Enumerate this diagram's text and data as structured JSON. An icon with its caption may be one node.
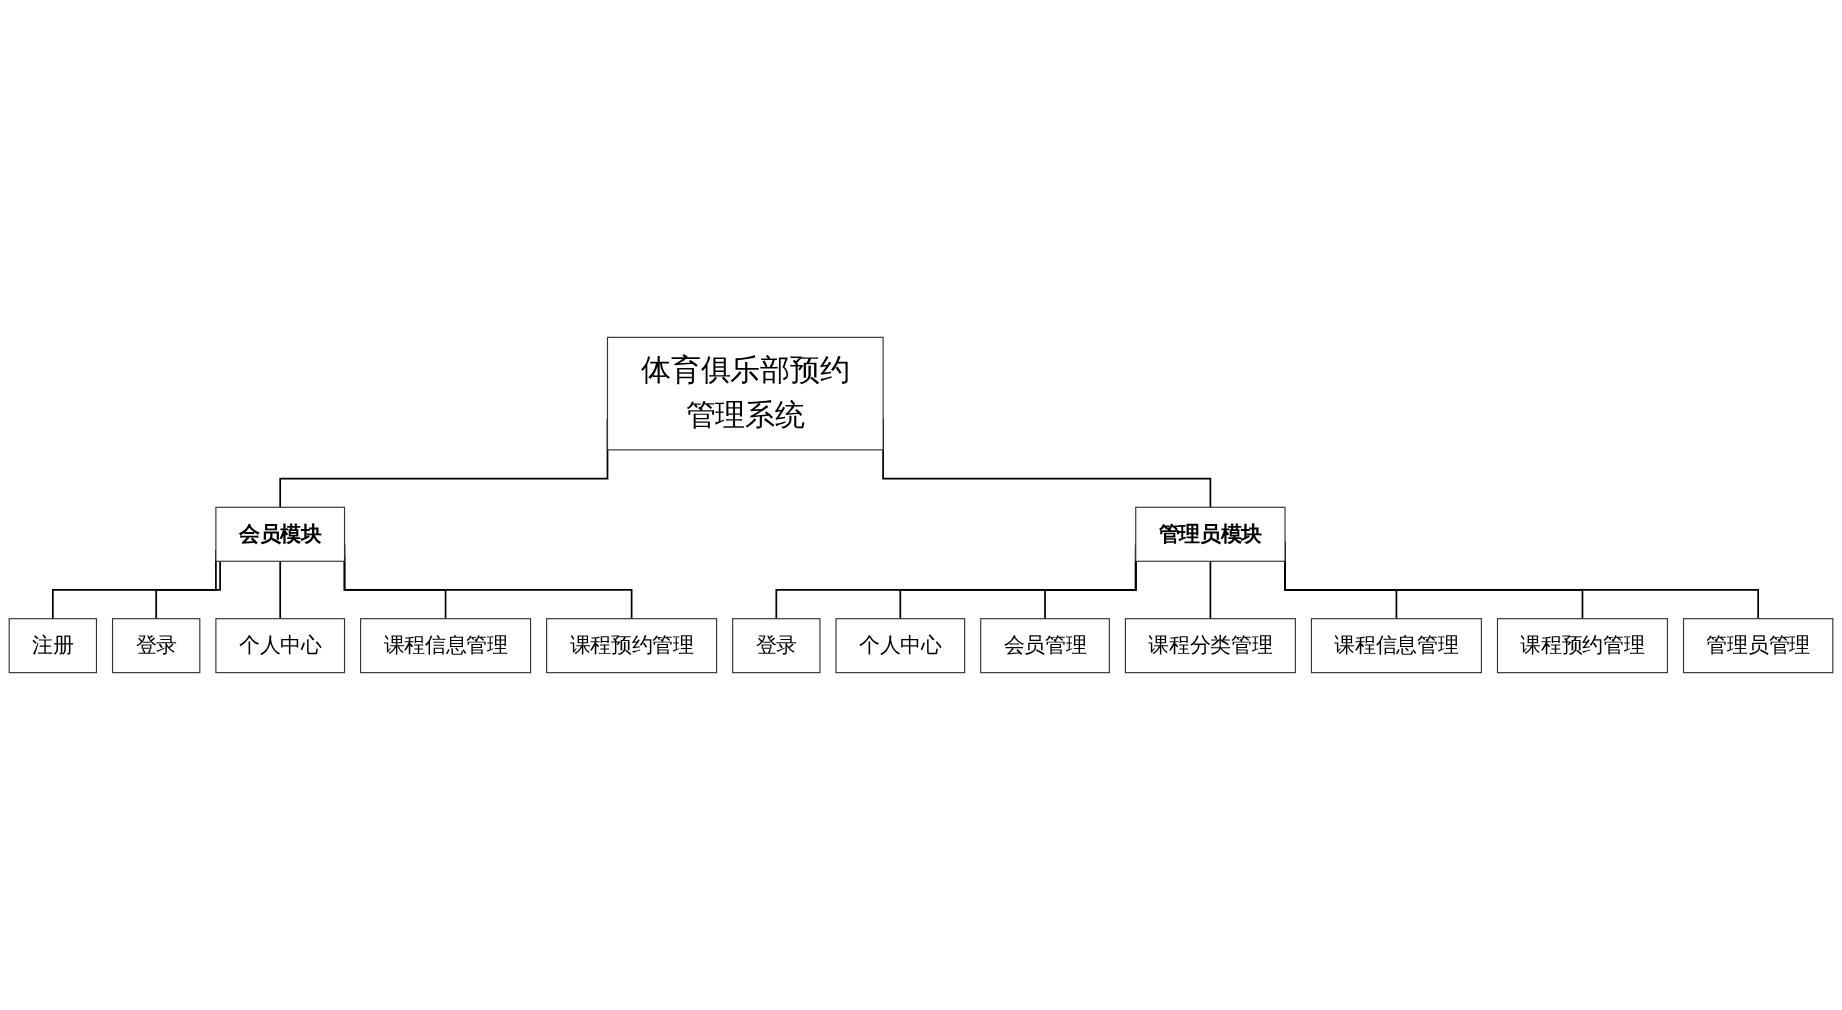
{
  "diagram": {
    "nodes": [
      {
        "text": [
          "体育俱乐部预约管理系统"
        ]
      },
      {
        "text": [
          "会员模块"
        ]
      },
      {
        "text": [
          "管理员模块"
        ]
      },
      {
        "text": [
          "注册"
        ]
      },
      {
        "text": [
          "登录"
        ]
      },
      {
        "text": [
          "个人中心"
        ]
      },
      {
        "text": [
          "课程信息管理"
        ]
      },
      {
        "text": [
          "课程预约管理"
        ]
      },
      {
        "text": [
          "登录"
        ]
      },
      {
        "text": [
          "个人中心"
        ]
      },
      {
        "text": [
          "会员管理"
        ]
      },
      {
        "text": [
          "课程分类管理"
        ]
      },
      {
        "text": [
          "课程信息管理"
        ]
      },
      {
        "text": [
          "课程预约管理"
        ]
      },
      {
        "text": [
          "管理员管理"
        ]
      }
    ],
    "edges": [
      {
        "from": 0,
        "to": 1,
        "arrow": "none"
      },
      {
        "from": 0,
        "to": 2,
        "arrow": "none"
      },
      {
        "from": 1,
        "to": 3,
        "arrow": "none"
      },
      {
        "from": 1,
        "to": 4,
        "arrow": "none"
      },
      {
        "from": 1,
        "to": 5,
        "arrow": "none"
      },
      {
        "from": 1,
        "to": 6,
        "arrow": "none"
      },
      {
        "from": 1,
        "to": 7,
        "arrow": "none"
      },
      {
        "from": 2,
        "to": 8,
        "arrow": "none"
      },
      {
        "from": 2,
        "to": 9,
        "arrow": "none"
      },
      {
        "from": 2,
        "to": 10,
        "arrow": "none"
      },
      {
        "from": 2,
        "to": 11,
        "arrow": "none"
      },
      {
        "from": 2,
        "to": 12,
        "arrow": "none"
      },
      {
        "from": 2,
        "to": 13,
        "arrow": "none"
      },
      {
        "from": 2,
        "to": 14,
        "arrow": "none"
      }
    ]
  }
}
